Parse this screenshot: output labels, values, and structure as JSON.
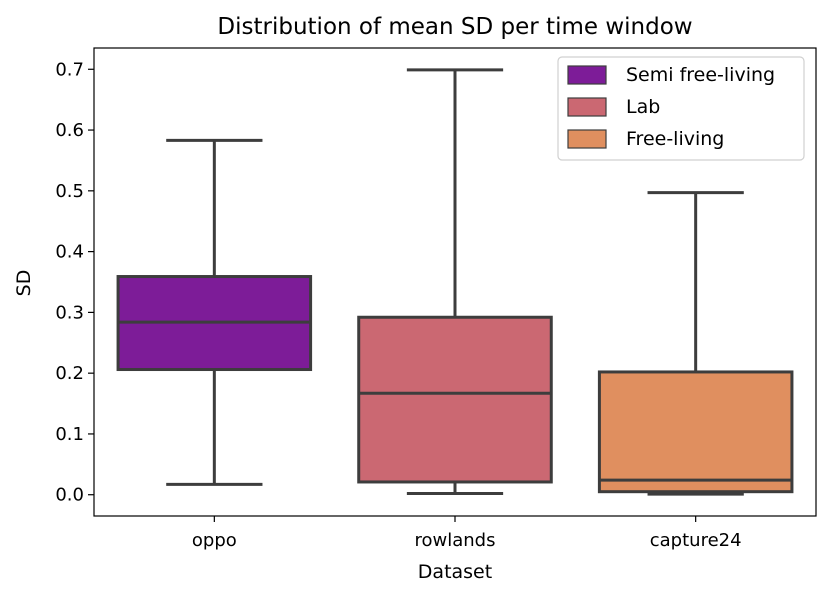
{
  "chart_data": {
    "type": "box",
    "title": "Distribution of mean SD per time window",
    "xlabel": "Dataset",
    "ylabel": "SD",
    "ylim": [
      -0.035,
      0.735
    ],
    "yticks": [
      {
        "value": 0.0,
        "label": "0.0"
      },
      {
        "value": 0.1,
        "label": "0.1"
      },
      {
        "value": 0.2,
        "label": "0.2"
      },
      {
        "value": 0.3,
        "label": "0.3"
      },
      {
        "value": 0.4,
        "label": "0.4"
      },
      {
        "value": 0.5,
        "label": "0.5"
      },
      {
        "value": 0.6,
        "label": "0.6"
      },
      {
        "value": 0.7,
        "label": "0.7"
      }
    ],
    "categories": [
      "oppo",
      "rowlands",
      "capture24"
    ],
    "boxes": [
      {
        "category": "oppo",
        "group": "Semi free-living",
        "color": "#7d1c98",
        "whisker_low": 0.017,
        "q1": 0.206,
        "median": 0.284,
        "q3": 0.359,
        "whisker_high": 0.583
      },
      {
        "category": "rowlands",
        "group": "Lab",
        "color": "#cb6872",
        "whisker_low": 0.002,
        "q1": 0.021,
        "median": 0.167,
        "q3": 0.292,
        "whisker_high": 0.699
      },
      {
        "category": "capture24",
        "group": "Free-living",
        "color": "#e08f5f",
        "whisker_low": 0.001,
        "q1": 0.005,
        "median": 0.024,
        "q3": 0.202,
        "whisker_high": 0.497
      }
    ],
    "legend": {
      "placement": "top-right",
      "entries": [
        {
          "label": "Semi free-living",
          "color": "#7d1c98"
        },
        {
          "label": "Lab",
          "color": "#cb6872"
        },
        {
          "label": "Free-living",
          "color": "#e08f5f"
        }
      ]
    },
    "grid": false,
    "line_color": "#3d3d3d"
  }
}
